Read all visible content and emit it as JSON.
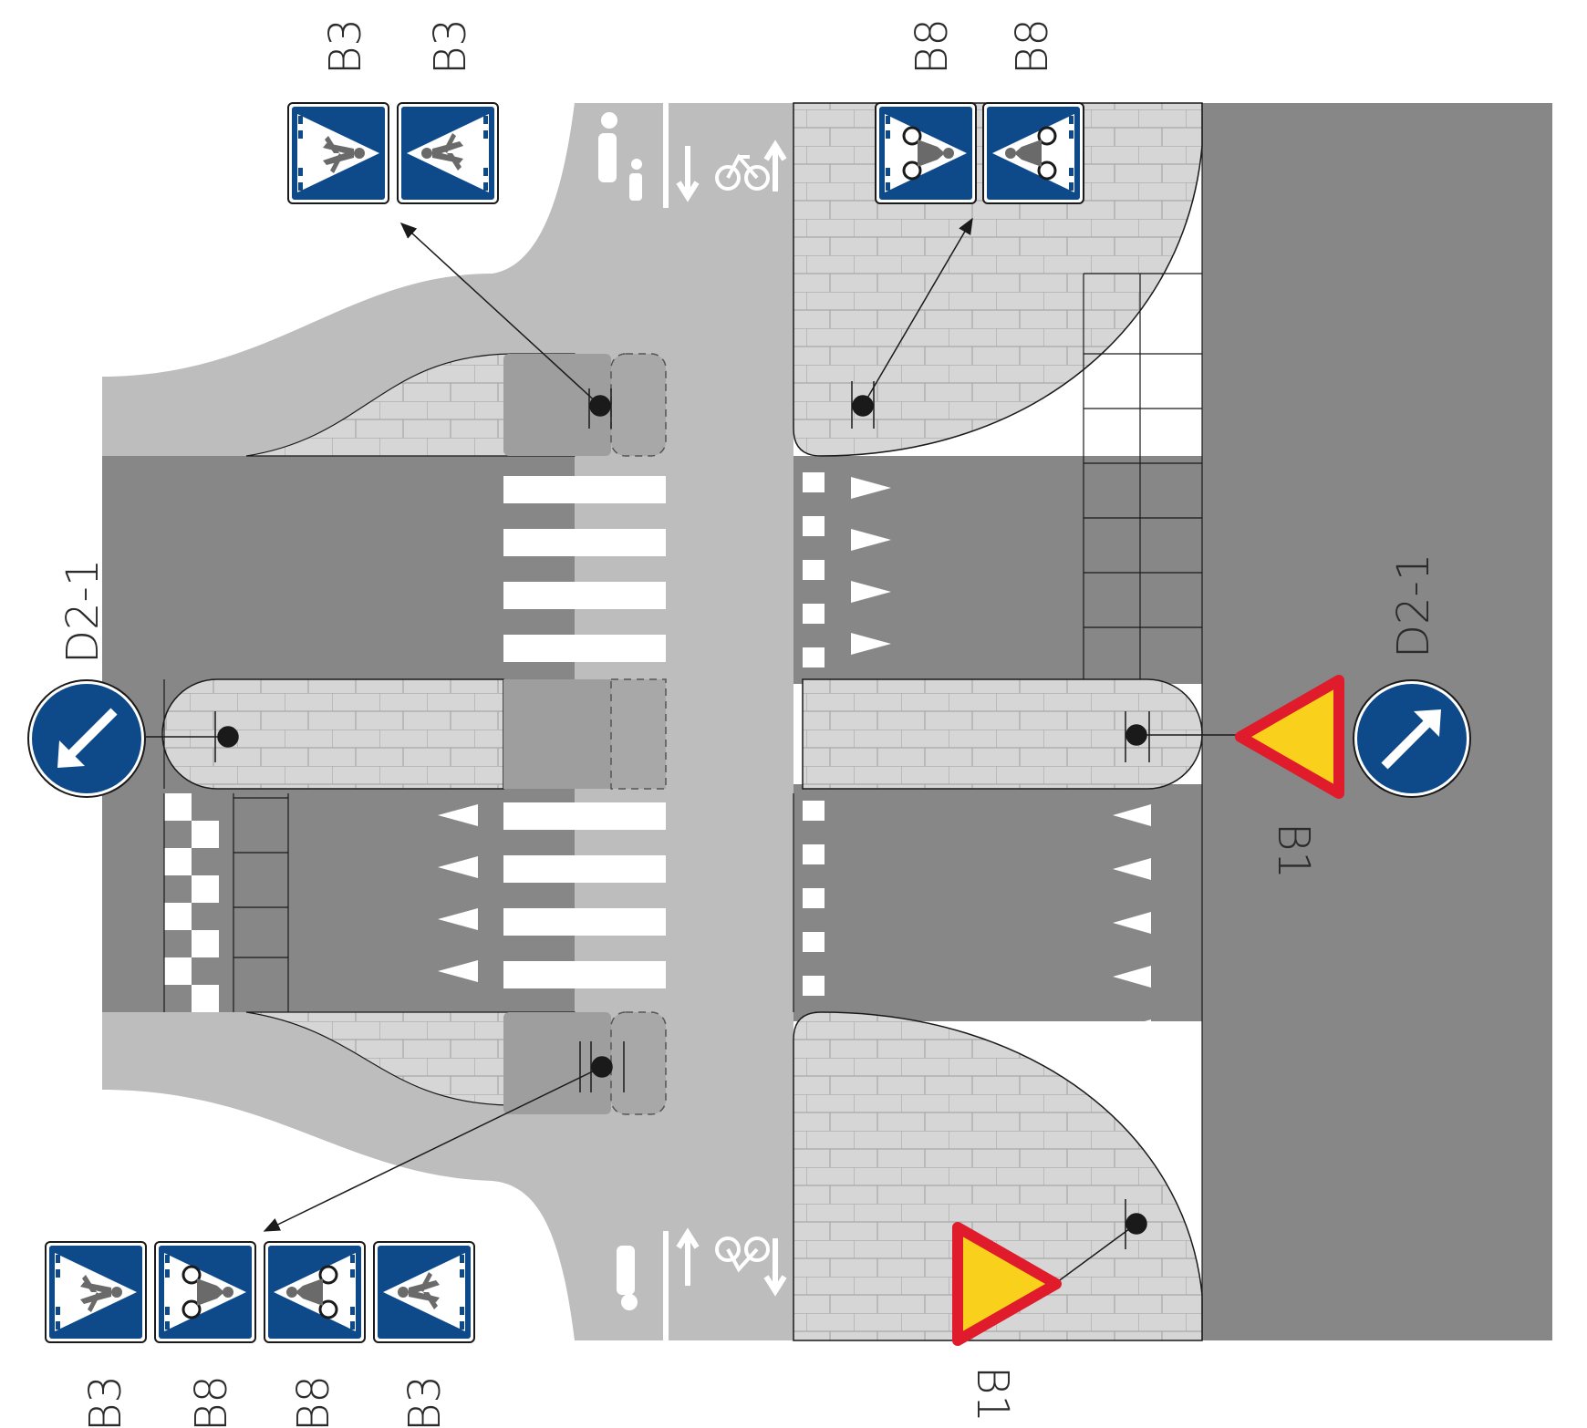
{
  "colors": {
    "asphalt": "#878787",
    "asphalt_dark": "#7a7a7a",
    "path": "#bdbdbd",
    "pavers": "#d6d6d6",
    "paver_lines": "#a8a8a8",
    "marking": "#ffffff",
    "sign_blue": "#0e4a8a",
    "sign_red": "#e01b2c",
    "sign_yellow": "#f9d01b",
    "line": "#1a1a1a"
  },
  "sign_codes": {
    "top_left_1": "B3",
    "top_left_2": "B3",
    "top_right_1": "B8",
    "top_right_2": "B8",
    "left_keep": "D2-1",
    "right_keep": "D2-1",
    "yield_right": "B1",
    "yield_bottom": "B1",
    "bottom_1": "B3",
    "bottom_2": "B8",
    "bottom_3": "B8",
    "bottom_4": "B3"
  },
  "icons": {
    "pedestrian_crossing": "pedestrian-crossing-icon",
    "bicycle_crossing": "bicycle-crossing-icon",
    "keep_left": "keep-left-arrow-icon",
    "keep_right": "keep-right-arrow-icon",
    "yield": "yield-triangle-icon",
    "shared_path": "pedestrian-and-bicycle-path-icon"
  }
}
